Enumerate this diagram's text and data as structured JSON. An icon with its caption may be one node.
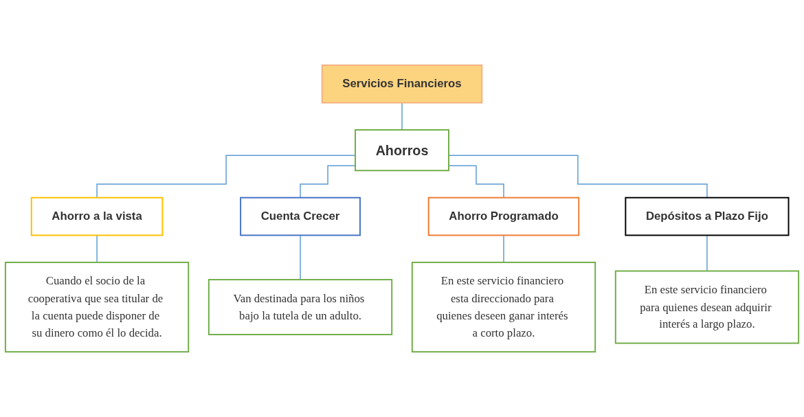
{
  "diagram": {
    "nodes": [
      {
        "text": [
          "Servicios Financieros"
        ]
      },
      {
        "text": [
          "Ahorros"
        ]
      },
      {
        "text": [
          "Ahorro a la vista"
        ]
      },
      {
        "text": [
          "Cuenta Crecer"
        ]
      },
      {
        "text": [
          "Ahorro Programado"
        ]
      },
      {
        "text": [
          "Depósitos a Plazo Fijo"
        ]
      },
      {
        "text": [
          "Cuando el socio de la cooperativa que sea titular de la cuenta puede disponer de su dinero como él lo decida."
        ]
      },
      {
        "text": [
          "Van destinada para los niños bajo la tutela de un adulto."
        ]
      },
      {
        "text": [
          "En este servicio financiero esta direccionado para quienes deseen ganar interés a corto plazo."
        ]
      },
      {
        "text": [
          "En este servicio financiero para quienes desean adquirir interés a largo plazo."
        ]
      }
    ],
    "edges": [
      {
        "from": 0,
        "to": 1,
        "arrow": "none"
      },
      {
        "from": 1,
        "to": 2,
        "arrow": "none"
      },
      {
        "from": 1,
        "to": 3,
        "arrow": "none"
      },
      {
        "from": 1,
        "to": 4,
        "arrow": "none"
      },
      {
        "from": 1,
        "to": 5,
        "arrow": "none"
      },
      {
        "from": 2,
        "to": 6,
        "arrow": "none"
      },
      {
        "from": 3,
        "to": 7,
        "arrow": "none"
      },
      {
        "from": 4,
        "to": 8,
        "arrow": "none"
      },
      {
        "from": 5,
        "to": 9,
        "arrow": "none"
      }
    ]
  }
}
